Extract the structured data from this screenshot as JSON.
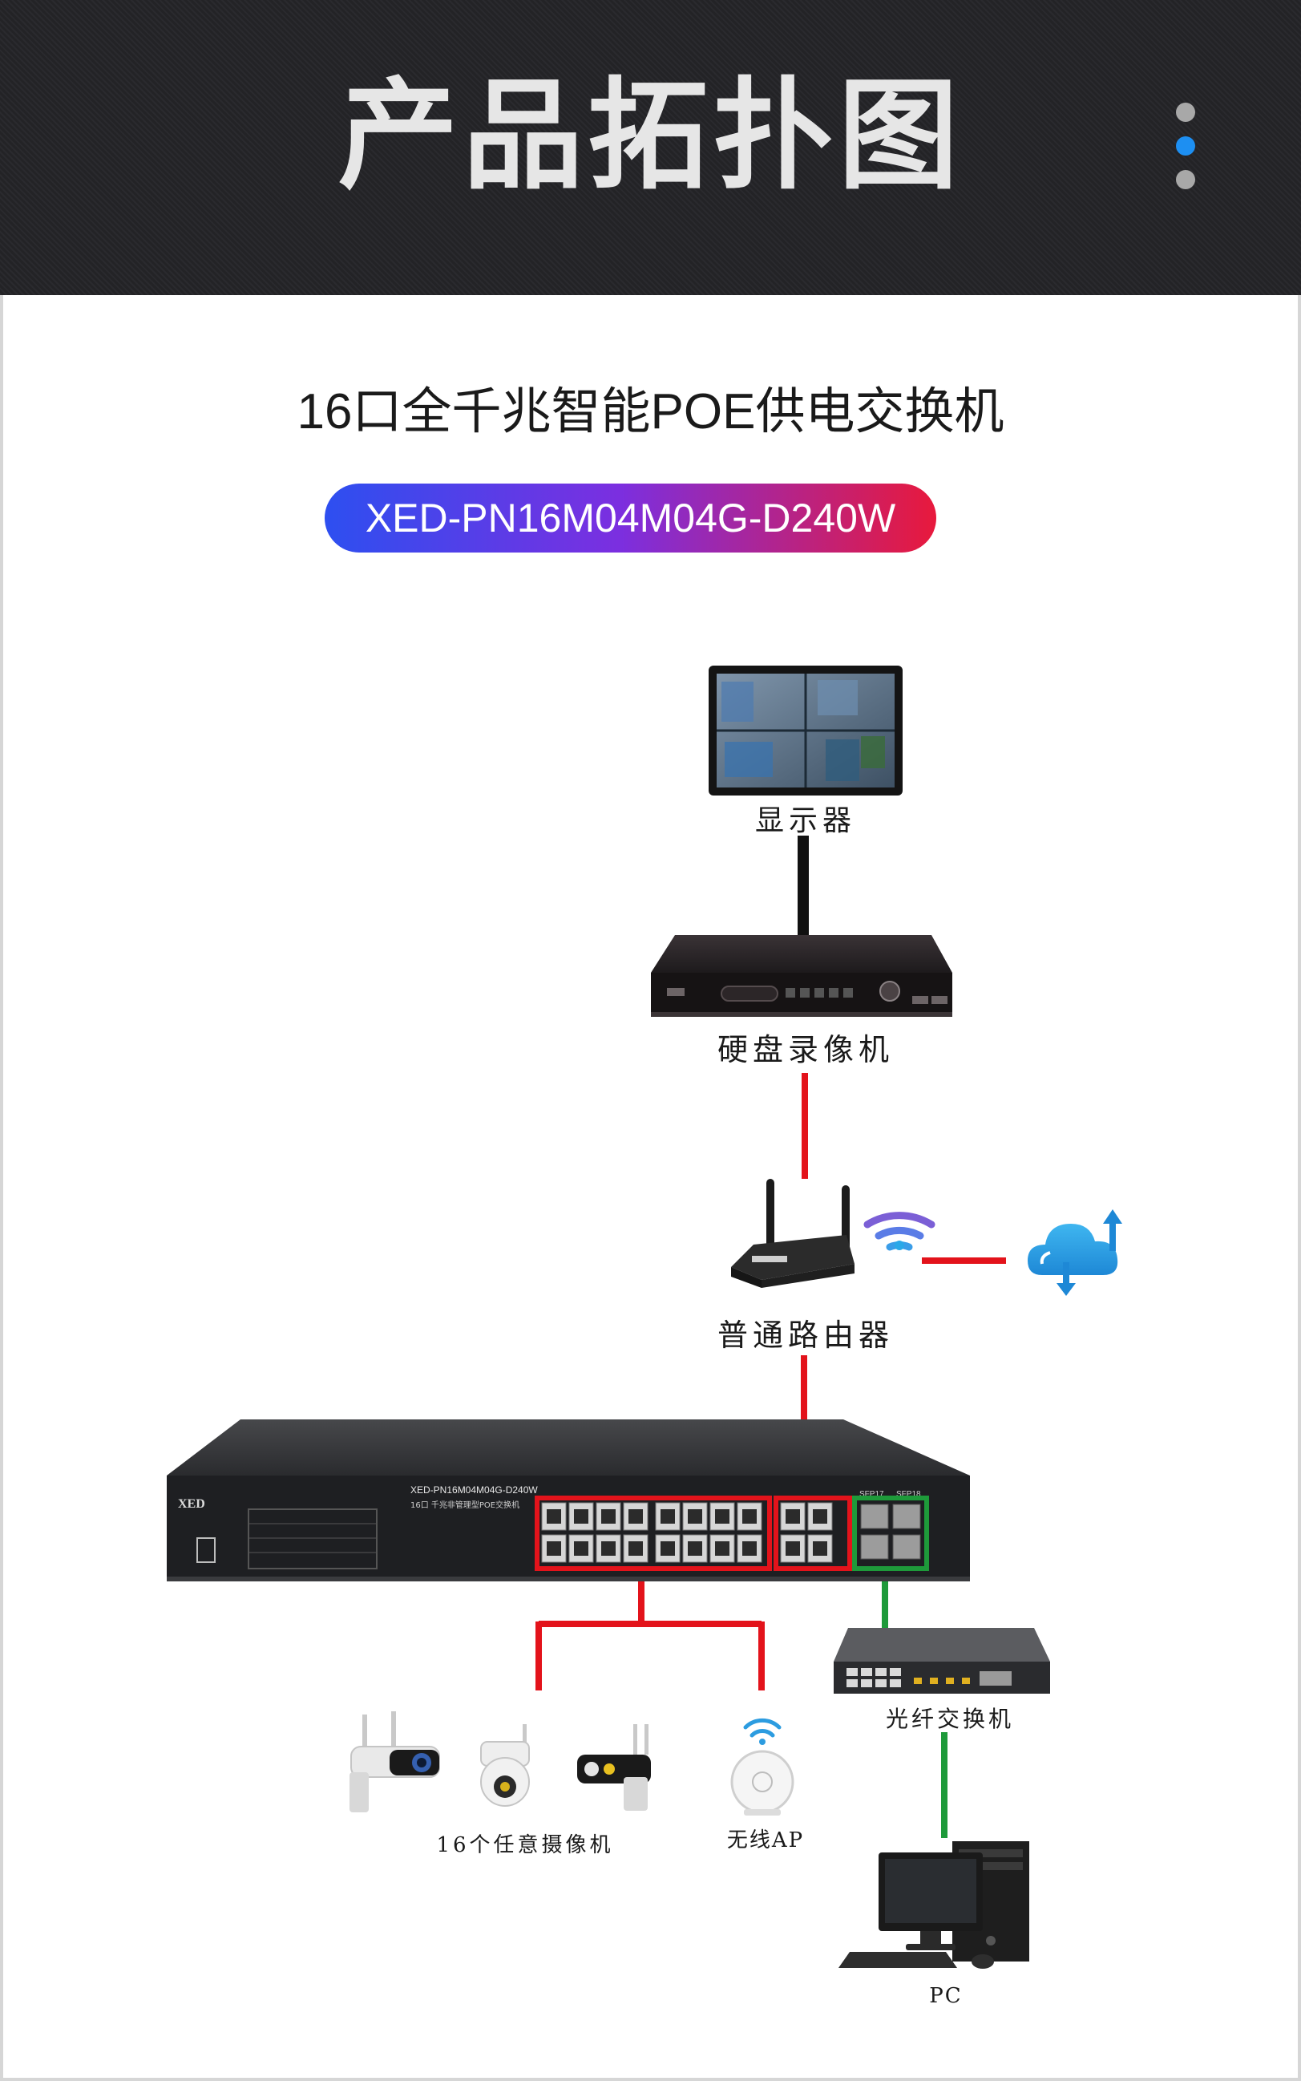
{
  "header": {
    "title": "产品拓扑图"
  },
  "product": {
    "title": "16口全千兆智能POE供电交换机",
    "model": "XED-PN16M04M04G-D240W"
  },
  "switch": {
    "brand": "XED",
    "model_text": "XED-PN16M04M04G-D240W",
    "subtitle": "16口 千兆非管理型POE交换机",
    "sfp_labels": [
      "SFP17",
      "SFP18"
    ]
  },
  "nodes": {
    "monitor": "显示器",
    "nvr": "硬盘录像机",
    "router": "普通路由器",
    "fiber_switch": "光纤交换机",
    "cameras": "16个任意摄像机",
    "wireless_ap": "无线AP",
    "pc": "PC"
  },
  "colors": {
    "accent_red": "#e3131b",
    "accent_green": "#1e9a3a",
    "pill_start": "#2d4ff0",
    "pill_end": "#e8193c",
    "dot_active": "#1d8ff2"
  }
}
